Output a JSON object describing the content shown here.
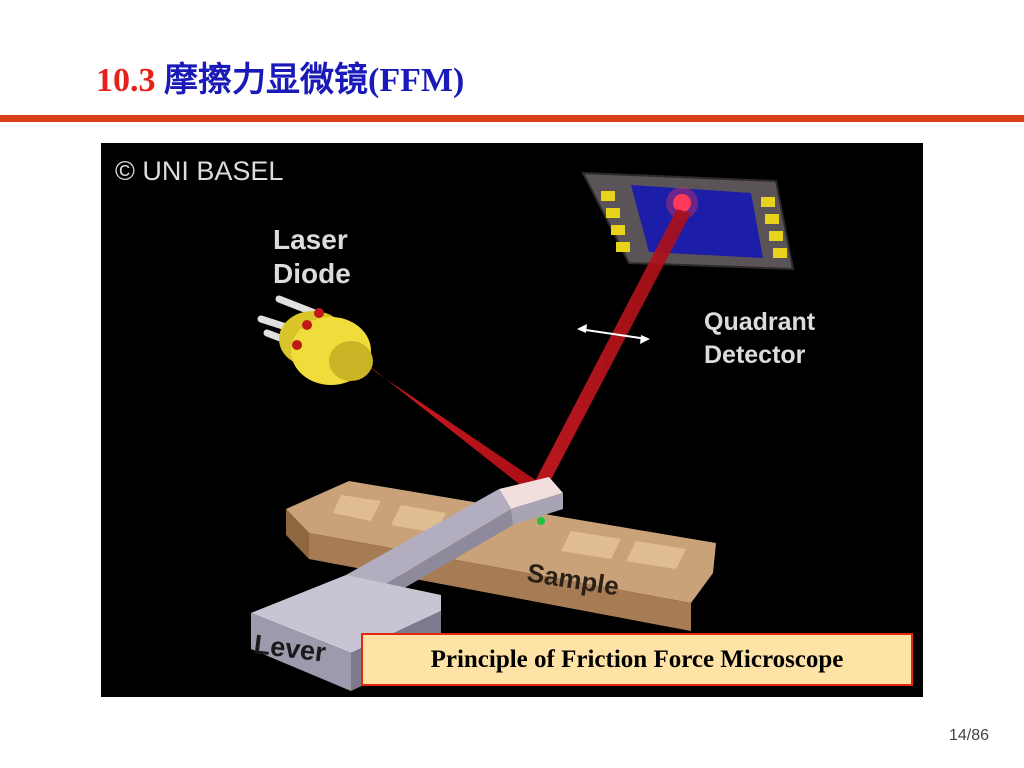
{
  "slide": {
    "section_number": "10.3",
    "title_text": "摩擦力显微镜(FFM)",
    "page_number": "14/86"
  },
  "figure": {
    "copyright": "© UNI BASEL",
    "laser_line1": "Laser",
    "laser_line2": "Diode",
    "detector_line1": "Quadrant",
    "detector_line2": "Detector",
    "sample_label": "Sample",
    "lever_label": "Lever",
    "caption": "Principle of Friction Force Microscope"
  },
  "colors": {
    "title_number": "#e8201c",
    "title_text": "#1a1ab8",
    "rule": "#d9401a",
    "caption_bg": "#ffe3a6",
    "caption_border": "#e02a10",
    "laser_beam": "#c8141e"
  }
}
